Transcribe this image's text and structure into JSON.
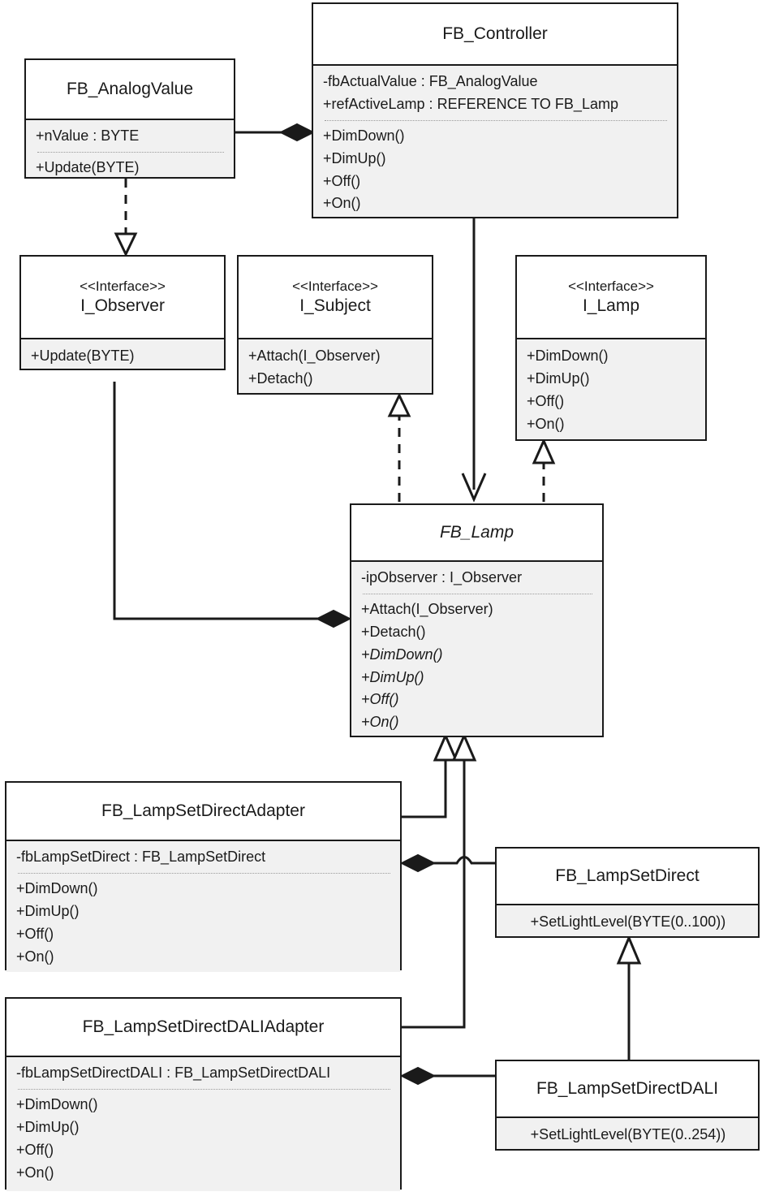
{
  "diagram": {
    "title": "UML class diagram - Lamp controller with Observer and Adapter patterns",
    "colors": {
      "line": "#1a1a1a",
      "header_fill": "#ffffff",
      "compartment_fill": "#f1f1f1",
      "page_bg": "#ffffff"
    }
  },
  "classes": {
    "fb_controller": {
      "name": "FB_Controller",
      "attributes": [
        "-fbActualValue : FB_AnalogValue",
        "+refActiveLamp : REFERENCE TO FB_Lamp"
      ],
      "operations": [
        "+DimDown()",
        "+DimUp()",
        "+Off()",
        "+On()"
      ]
    },
    "fb_analogvalue": {
      "name": "FB_AnalogValue",
      "attributes": [
        "+nValue : BYTE"
      ],
      "operations": [
        "+Update(BYTE)"
      ]
    },
    "i_observer": {
      "stereotype": "<<Interface>>",
      "name": "I_Observer",
      "operations": [
        "+Update(BYTE)"
      ]
    },
    "i_subject": {
      "stereotype": "<<Interface>>",
      "name": "I_Subject",
      "operations": [
        "+Attach(I_Observer)",
        "+Detach()"
      ]
    },
    "i_lamp": {
      "stereotype": "<<Interface>>",
      "name": "I_Lamp",
      "operations": [
        "+DimDown()",
        "+DimUp()",
        "+Off()",
        "+On()"
      ]
    },
    "fb_lamp": {
      "name": "FB_Lamp",
      "abstract": true,
      "attributes": [
        "-ipObserver : I_Observer"
      ],
      "operations": [
        "+Attach(I_Observer)",
        "+Detach()",
        "+DimDown()",
        "+DimUp()",
        "+Off()",
        "+On()"
      ]
    },
    "fb_lampsetdirectadapter": {
      "name": "FB_LampSetDirectAdapter",
      "attributes": [
        "-fbLampSetDirect : FB_LampSetDirect"
      ],
      "operations": [
        "+DimDown()",
        "+DimUp()",
        "+Off()",
        "+On()"
      ]
    },
    "fb_lampsetdirectdaliadapter": {
      "name": "FB_LampSetDirectDALIAdapter",
      "attributes": [
        "-fbLampSetDirectDALI : FB_LampSetDirectDALI"
      ],
      "operations": [
        "+DimDown()",
        "+DimUp()",
        "+Off()",
        "+On()"
      ]
    },
    "fb_lampsetdirect": {
      "name": "FB_LampSetDirect",
      "operations": [
        "+SetLightLevel(BYTE(0..100))"
      ]
    },
    "fb_lampsetdirectdali": {
      "name": "FB_LampSetDirectDALI",
      "operations": [
        "+SetLightLevel(BYTE(0..254))"
      ]
    }
  },
  "relationships": [
    {
      "kind": "composition",
      "from": "FB_AnalogValue",
      "to": "FB_Controller"
    },
    {
      "kind": "realization",
      "from": "FB_AnalogValue",
      "to": "I_Observer"
    },
    {
      "kind": "association",
      "from": "FB_Controller",
      "to": "FB_Lamp"
    },
    {
      "kind": "realization",
      "from": "FB_Lamp",
      "to": "I_Subject"
    },
    {
      "kind": "realization",
      "from": "FB_Lamp",
      "to": "I_Lamp"
    },
    {
      "kind": "composition",
      "from": "I_Observer",
      "to": "FB_Lamp"
    },
    {
      "kind": "generalization",
      "from": "FB_LampSetDirectAdapter",
      "to": "FB_Lamp"
    },
    {
      "kind": "generalization",
      "from": "FB_LampSetDirectDALIAdapter",
      "to": "FB_Lamp"
    },
    {
      "kind": "composition",
      "from": "FB_LampSetDirect",
      "to": "FB_LampSetDirectAdapter"
    },
    {
      "kind": "composition",
      "from": "FB_LampSetDirectDALI",
      "to": "FB_LampSetDirectDALIAdapter"
    },
    {
      "kind": "generalization",
      "from": "FB_LampSetDirectDALI",
      "to": "FB_LampSetDirect"
    }
  ]
}
